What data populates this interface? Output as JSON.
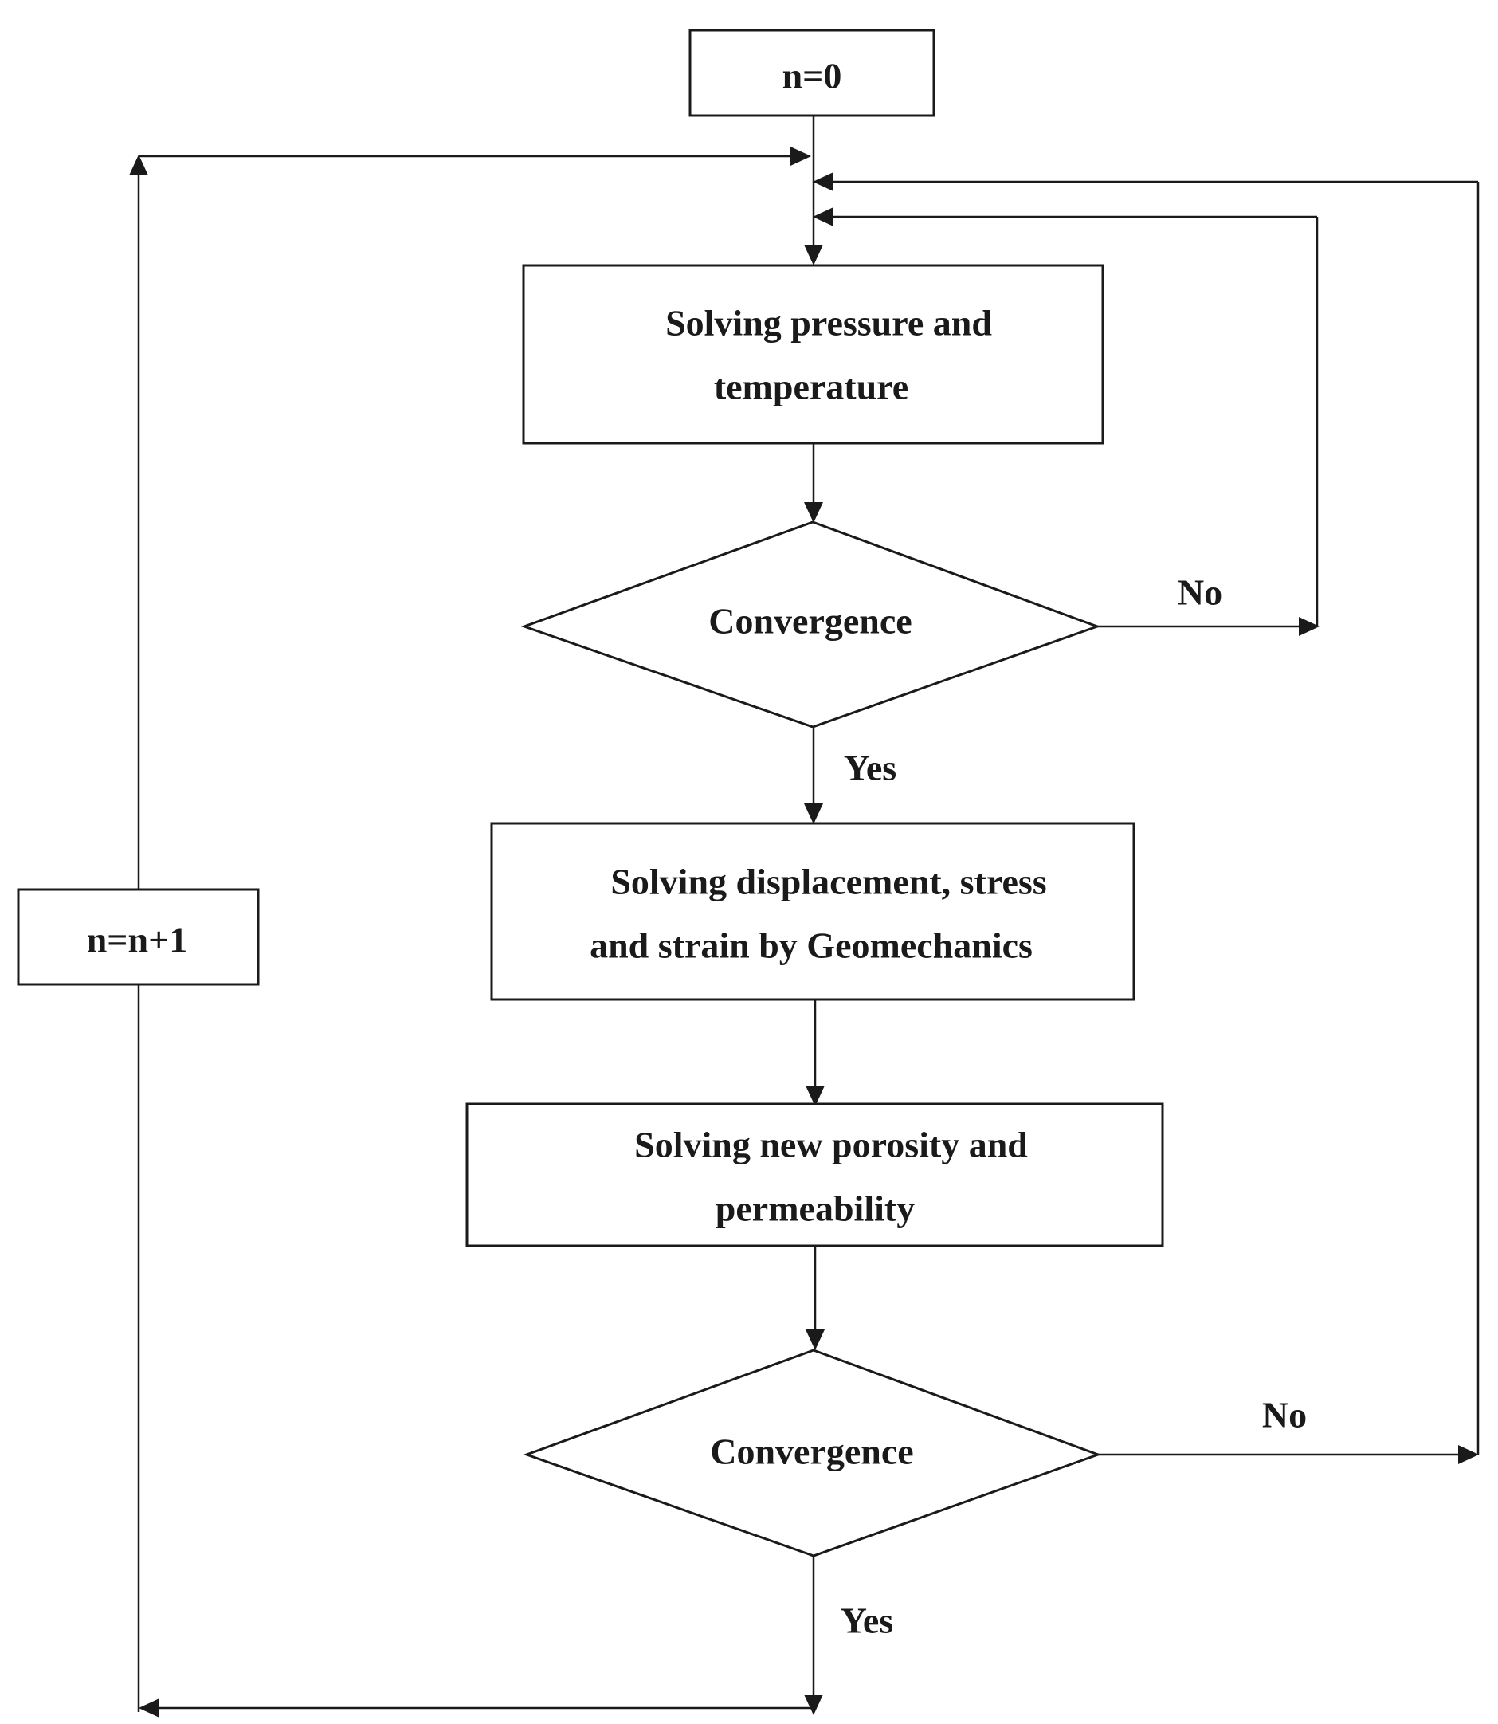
{
  "nodes": {
    "init": {
      "label": "n=0"
    },
    "solve_pt": {
      "lines": [
        "Solving pressure and",
        "temperature"
      ]
    },
    "conv1": {
      "label": "Convergence"
    },
    "solve_geo": {
      "lines": [
        "Solving displacement, stress",
        "and strain by Geomechanics"
      ]
    },
    "solve_poro": {
      "lines": [
        "Solving new porosity and",
        "permeability"
      ]
    },
    "conv2": {
      "label": "Convergence"
    },
    "increment": {
      "label": "n=n+1"
    }
  },
  "edges": {
    "conv1_no": "No",
    "conv1_yes": "Yes",
    "conv2_no": "No",
    "conv2_yes": "Yes"
  }
}
